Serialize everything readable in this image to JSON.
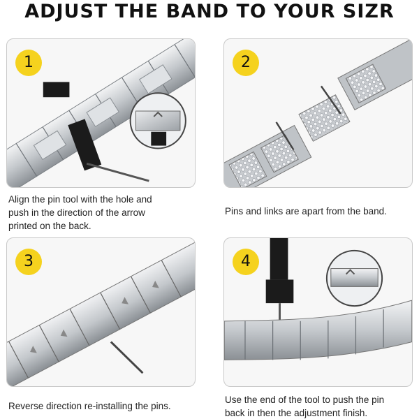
{
  "title": "ADJUST THE BAND TO YOUR SIZR",
  "steps": [
    {
      "number": "1",
      "caption": "Align the pin tool with the hole and\npush in the direction of the arrow\nprinted on the back."
    },
    {
      "number": "2",
      "caption": "Pins and links are apart from the band."
    },
    {
      "number": "3",
      "caption": "Reverse direction re-installing the pins."
    },
    {
      "number": "4",
      "caption": "Use the end of the tool to push the pin\nback in then the adjustment finish."
    }
  ],
  "colors": {
    "badge": "#f5d21e",
    "metal": "#c8ccd0",
    "tool": "#1b1b1b"
  }
}
